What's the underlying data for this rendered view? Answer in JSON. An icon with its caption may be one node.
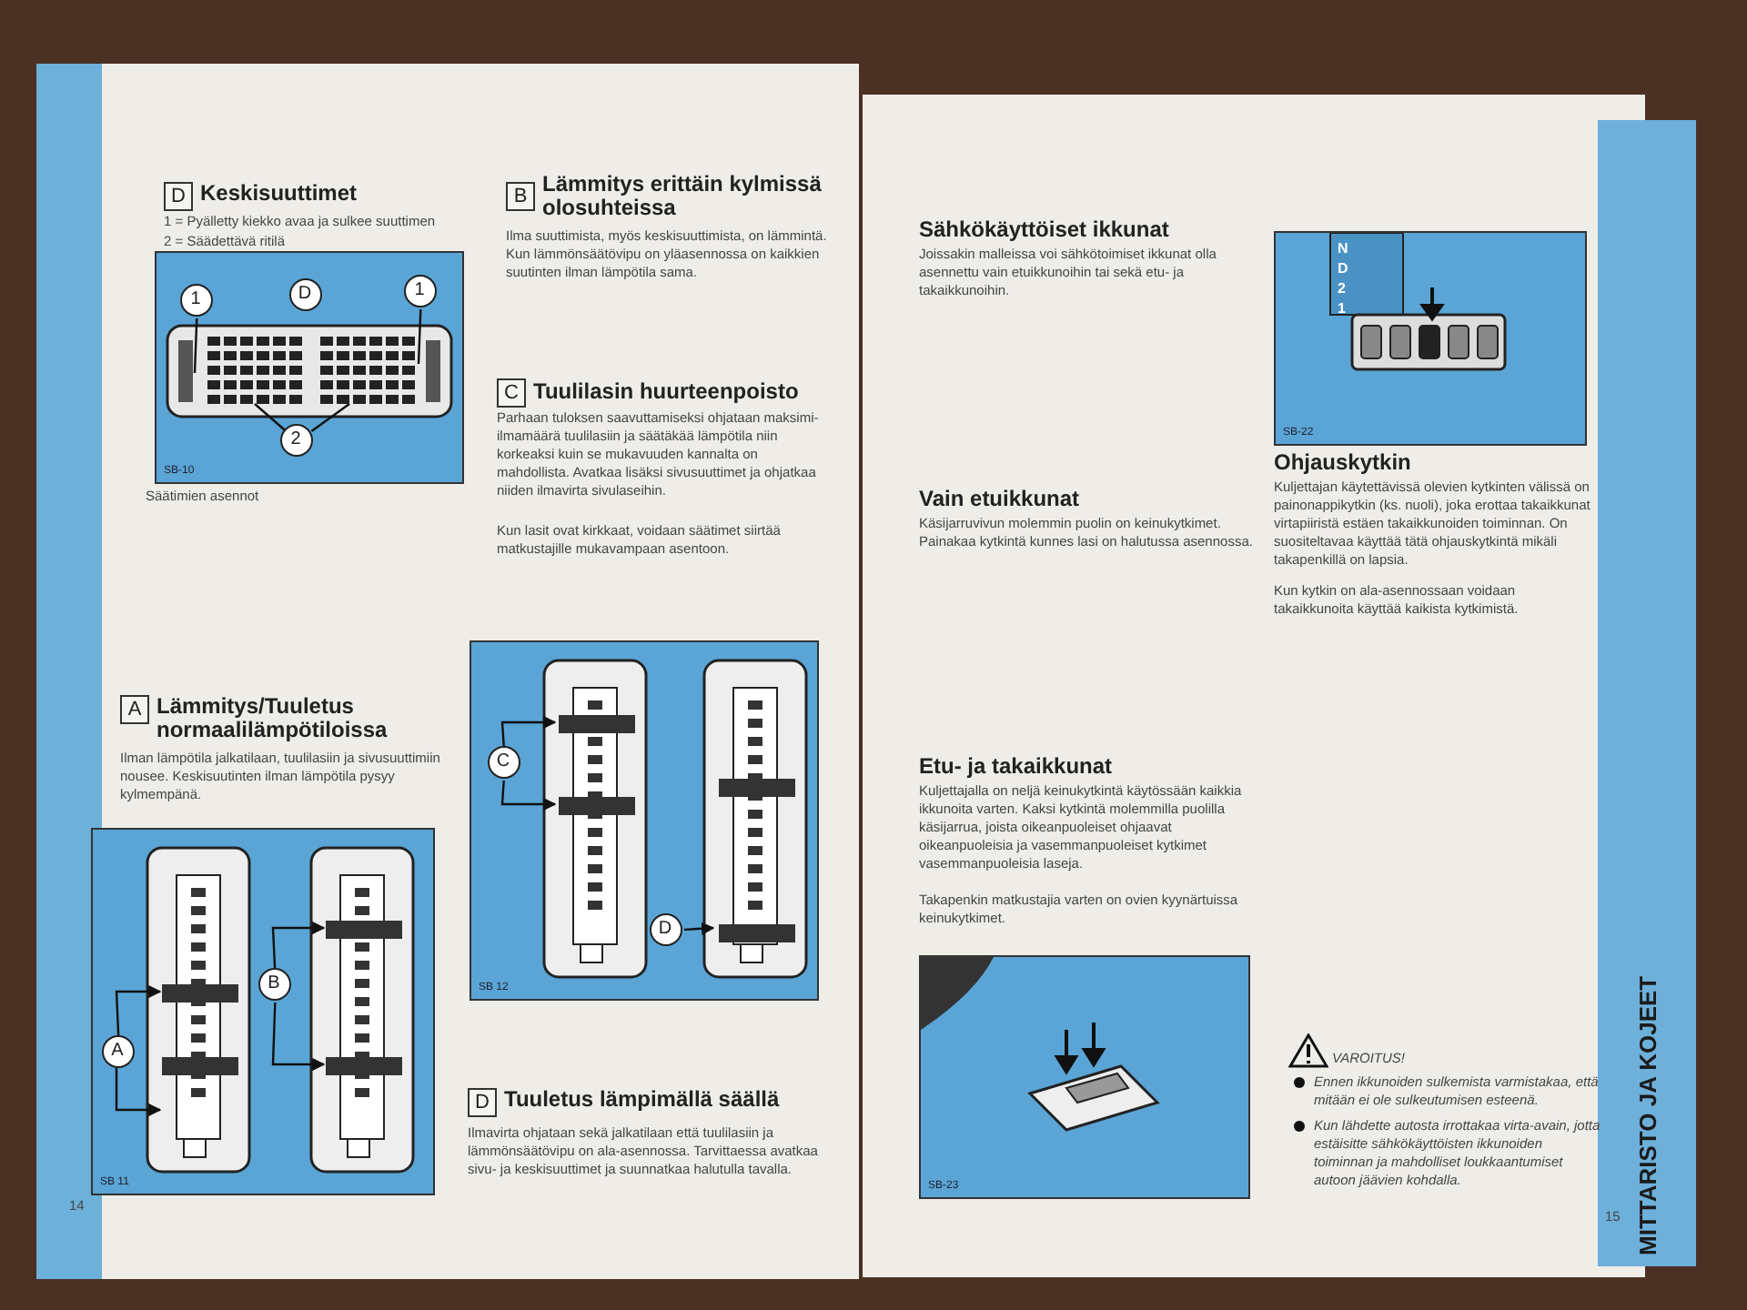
{
  "diagram": {
    "nodes": [
      {
        "text": [
          "D"
        ],
        "beside": [
          "Keskisuuttimet"
        ]
      },
      {
        "text": [
          "SB-10"
        ]
      },
      {
        "text": [
          "1"
        ],
        "in": 1
      },
      {
        "text": [
          "D"
        ],
        "in": 1
      },
      {
        "text": [
          "1"
        ],
        "in": 1
      },
      {
        "text": [
          "2"
        ],
        "in": 1
      },
      {
        "text": [
          "B"
        ],
        "beside": [
          "Lämmitys erittäin kylmissä olosuhteissa"
        ]
      },
      {
        "text": [
          "C"
        ],
        "beside": [
          "Tuulilasin huurteenpoisto"
        ]
      },
      {
        "text": [
          "SB 12"
        ]
      },
      {
        "text": [
          "C"
        ],
        "in": 8
      },
      {
        "text": [
          "D"
        ],
        "in": 8
      },
      {
        "text": [
          "A"
        ],
        "beside": [
          "Lämmitys/Tuuletus normaalilämpötiloissa"
        ]
      },
      {
        "text": [
          "SB 11"
        ]
      },
      {
        "text": [
          "A"
        ],
        "in": 12
      },
      {
        "text": [
          "B"
        ],
        "in": 12
      },
      {
        "text": [
          "D"
        ],
        "beside": [
          "Tuuletus lämpimällä säällä"
        ]
      },
      {
        "text": [
          "SB-22"
        ]
      },
      {
        "text": [
          "SB-23"
        ]
      }
    ],
    "edges": [
      {
        "from": 2,
        "to": null,
        "arrow": "none"
      },
      {
        "from": 4,
        "to": null,
        "arrow": "none"
      },
      {
        "from": 5,
        "to": null,
        "arrow": "none"
      },
      {
        "from": 5,
        "to": null,
        "arrow": "none"
      },
      {
        "from": 9,
        "to": null,
        "arrow": "to"
      },
      {
        "from": 9,
        "to": null,
        "arrow": "to"
      },
      {
        "from": 10,
        "to": null,
        "arrow": "to"
      },
      {
        "from": 13,
        "to": null,
        "arrow": "to"
      },
      {
        "from": 13,
        "to": null,
        "arrow": "to"
      },
      {
        "from": 14,
        "to": null,
        "arrow": "to"
      },
      {
        "from": 14,
        "to": null,
        "arrow": "to"
      }
    ],
    "labels": [
      "1 = Pyälletty kiekko avaa ja sulkee suuttimen",
      "2 = Säädettävä ritilä",
      "Säätimien asennot",
      "Ilma suuttimista, myös keskisuuttimista, on lämmintä. Kun lämmönsäätövipu on yläasennossa on kaikkien suutinten ilman lämpötila sama.",
      "Parhaan tuloksen saavuttamiseksi ohjataan maksimi-ilmamäärä tuulilasiin ja säätäkää lämpötila niin korkeaksi kuin se mukavuuden kannalta on mahdollista. Avatkaa lisäksi sivusuuttimet ja ohjatkaa niiden ilmavirta sivulaseihin.",
      "Kun lasit ovat kirkkaat, voidaan säätimet siirtää matkustajille mukavampaan asentoon.",
      "Ilman lämpötila jalkatilaan, tuulilasiin ja sivusuuttimiin nousee. Keskisuutinten ilman lämpötila pysyy kylmempänä.",
      "Ilmavirta ohjataan sekä jalkatilaan että tuulilasiin ja lämmönsäätövipu on ala-asennossa. Tarvittaessa avatkaa sivu- ja keskisuuttimet ja suunnatkaa halutulla tavalla.",
      "14",
      "Sähkökäyttöiset ikkunat",
      "Joissakin malleissa voi sähkötoimiset ikkunat olla asennettu vain etuikkunoihin tai sekä etu- ja takaikkunoihin.",
      "Vain etuikkunat",
      "Käsijarruvivun molemmin puolin on keinukytkimet. Painakaa kytkintä kunnes lasi on halutussa asennossa.",
      "Etu- ja takaikkunat",
      "Kuljettajalla on neljä keinukytkintä käytössään kaikkia ikkunoita varten. Kaksi kytkintä molemmilla puolilla käsijarrua, joista oikeanpuoleiset ohjaavat oikeanpuoleisia ja vasemmanpuoleiset kytkimet vasemmanpuoleisia laseja.",
      "Takapenkin matkustajia varten on ovien kyynärtuissa keinukytkimet.",
      "N",
      "D",
      "2",
      "1",
      "Ohjauskytkin",
      "Kuljettajan käytettävissä olevien kytkinten välissä on painonappikytkin (ks. nuoli), joka erottaa takaikkunat virtapiiristä estäen takaikkunoiden toiminnan. On suositeltavaa käyttää tätä ohjauskytkintä mikäli takapenkillä on lapsia.",
      "Kun kytkin on ala-asennossaan voidaan takaikkunoita käyttää kaikista kytkimistä.",
      "VAROITUS!",
      "Ennen ikkunoiden sulkemista varmistakaa, että mitään ei ole sulkeutumisen esteenä.",
      "Kun lähdette autosta irrottakaa virta-avain, jotta estäisitte sähkökäyttöisten ikkunoiden toiminnan ja mahdolliset loukkaantumiset autoon jäävien kohdalla.",
      "15",
      "MITTARISTO JA KOJEET"
    ]
  }
}
